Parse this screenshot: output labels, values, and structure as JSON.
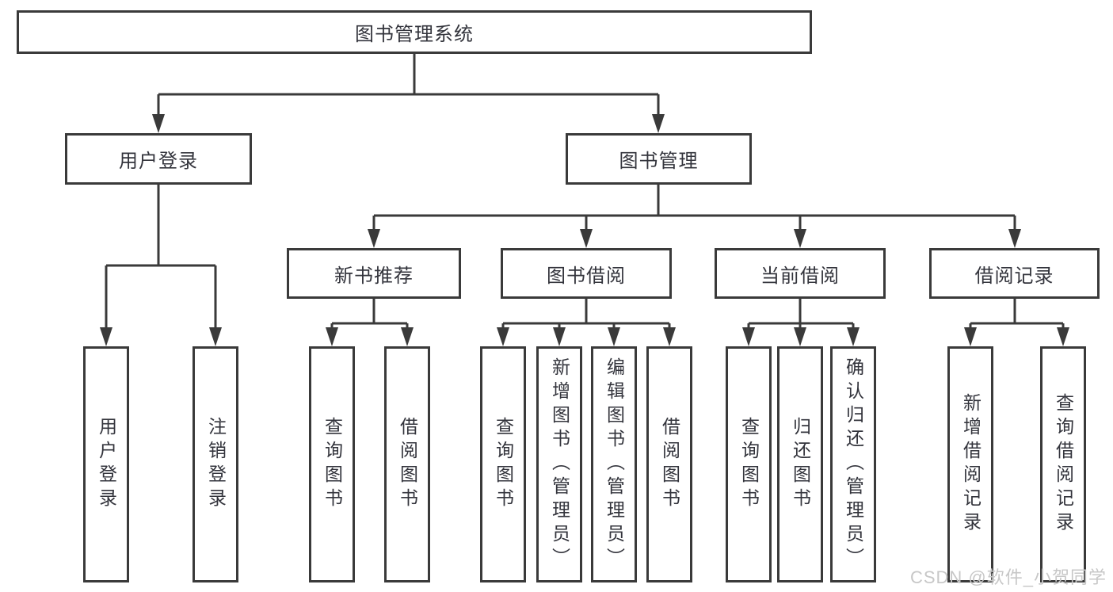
{
  "diagram": {
    "root": {
      "label": "图书管理系统"
    },
    "branches": [
      {
        "label": "用户登录",
        "children": [
          {
            "label": "用户登录"
          },
          {
            "label": "注销登录"
          }
        ]
      },
      {
        "label": "图书管理",
        "children": [
          {
            "label": "新书推荐",
            "children": [
              {
                "label": "查询图书"
              },
              {
                "label": "借阅图书"
              }
            ]
          },
          {
            "label": "图书借阅",
            "children": [
              {
                "label": "查询图书"
              },
              {
                "label": "新增图书（管理员）"
              },
              {
                "label": "编辑图书（管理员）"
              },
              {
                "label": "借阅图书"
              }
            ]
          },
          {
            "label": "当前借阅",
            "children": [
              {
                "label": "查询图书"
              },
              {
                "label": "归还图书"
              },
              {
                "label": "确认归还（管理员）"
              }
            ]
          },
          {
            "label": "借阅记录",
            "children": [
              {
                "label": "新增借阅记录"
              },
              {
                "label": "查询借阅记录"
              }
            ]
          }
        ]
      }
    ],
    "watermark": "CSDN @软件_小贺同学",
    "colors": {
      "line": "#3a3a3a",
      "text": "#33343c",
      "box_background": "#ffffff",
      "watermark": "#c7c7c7",
      "page_background": "#ffffff"
    }
  }
}
